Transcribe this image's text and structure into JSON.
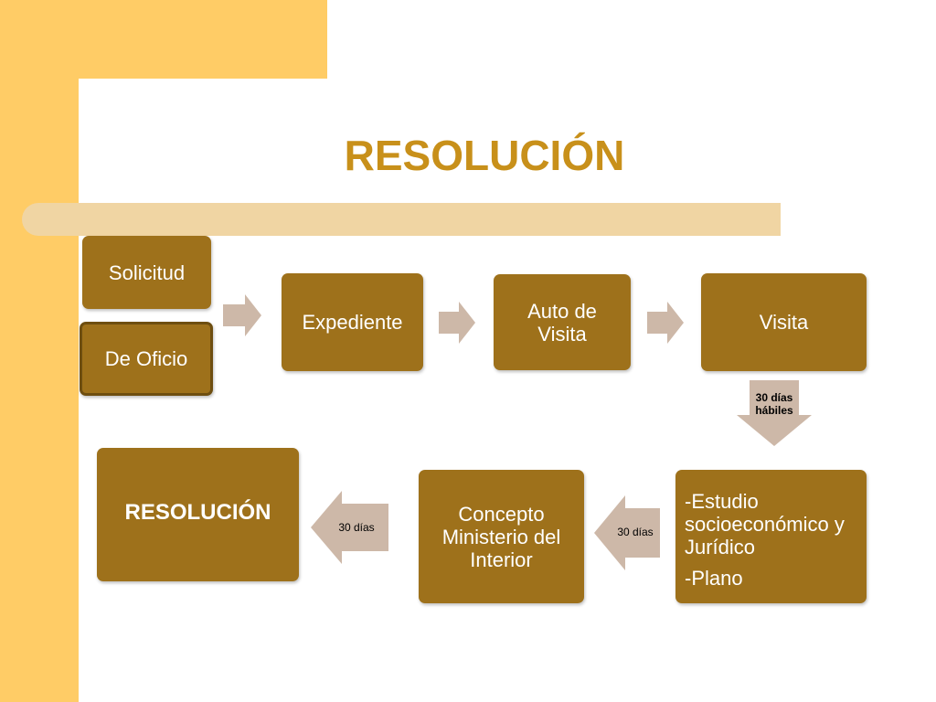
{
  "title": "RESOLUCIÓN",
  "boxes": {
    "solicitud": "Solicitud",
    "de_oficio": "De Oficio",
    "expediente": "Expediente",
    "auto_de_visita": "Auto de Visita",
    "visita": "Visita",
    "estudio_line1": "-Estudio socioeconómico y Jurídico",
    "estudio_line2": "-Plano",
    "concepto": "Concepto Ministerio del Interior",
    "resolucion": "RESOLUCIÓN"
  },
  "arrows": {
    "down_line1": "30 días",
    "down_line2": "hábiles",
    "left_1": "30 días",
    "left_2": "30 días"
  },
  "colors": {
    "box_fill": "#9e711b",
    "title": "#c8901a",
    "arrow_fill": "#cdb8a8",
    "accent_yellow": "#ffcc66",
    "band": "#f0d5a3"
  }
}
